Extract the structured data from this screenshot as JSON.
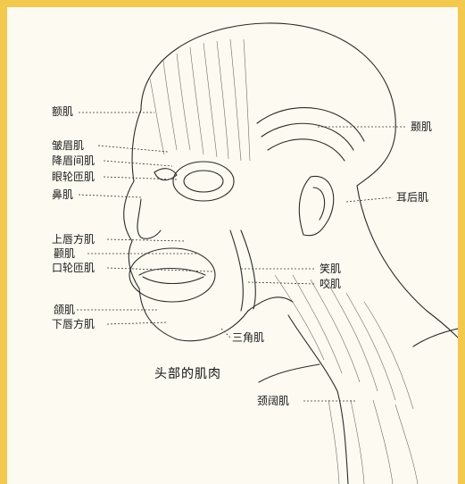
{
  "diagram": {
    "caption": "头部的肌肉",
    "labels": {
      "e_shangji": "额肌",
      "zhoumeiji": "皱眉肌",
      "jiangmeijianji": "降眉间肌",
      "yanlunzaji": "眼轮匝肌",
      "biji": "鼻肌",
      "shangchunfangji": "上唇方肌",
      "quanji": "颧肌",
      "koulunzaji": "口轮匝肌",
      "hanji": "颌肌",
      "xiachunfangji": "下唇方肌",
      "nieji": "颞肌",
      "erhouji": "耳后肌",
      "xiaoji": "笑肌",
      "yaoji": "咬肌",
      "sanjiaoji": "三角肌",
      "jingkuoji": "颈阔肌"
    }
  }
}
